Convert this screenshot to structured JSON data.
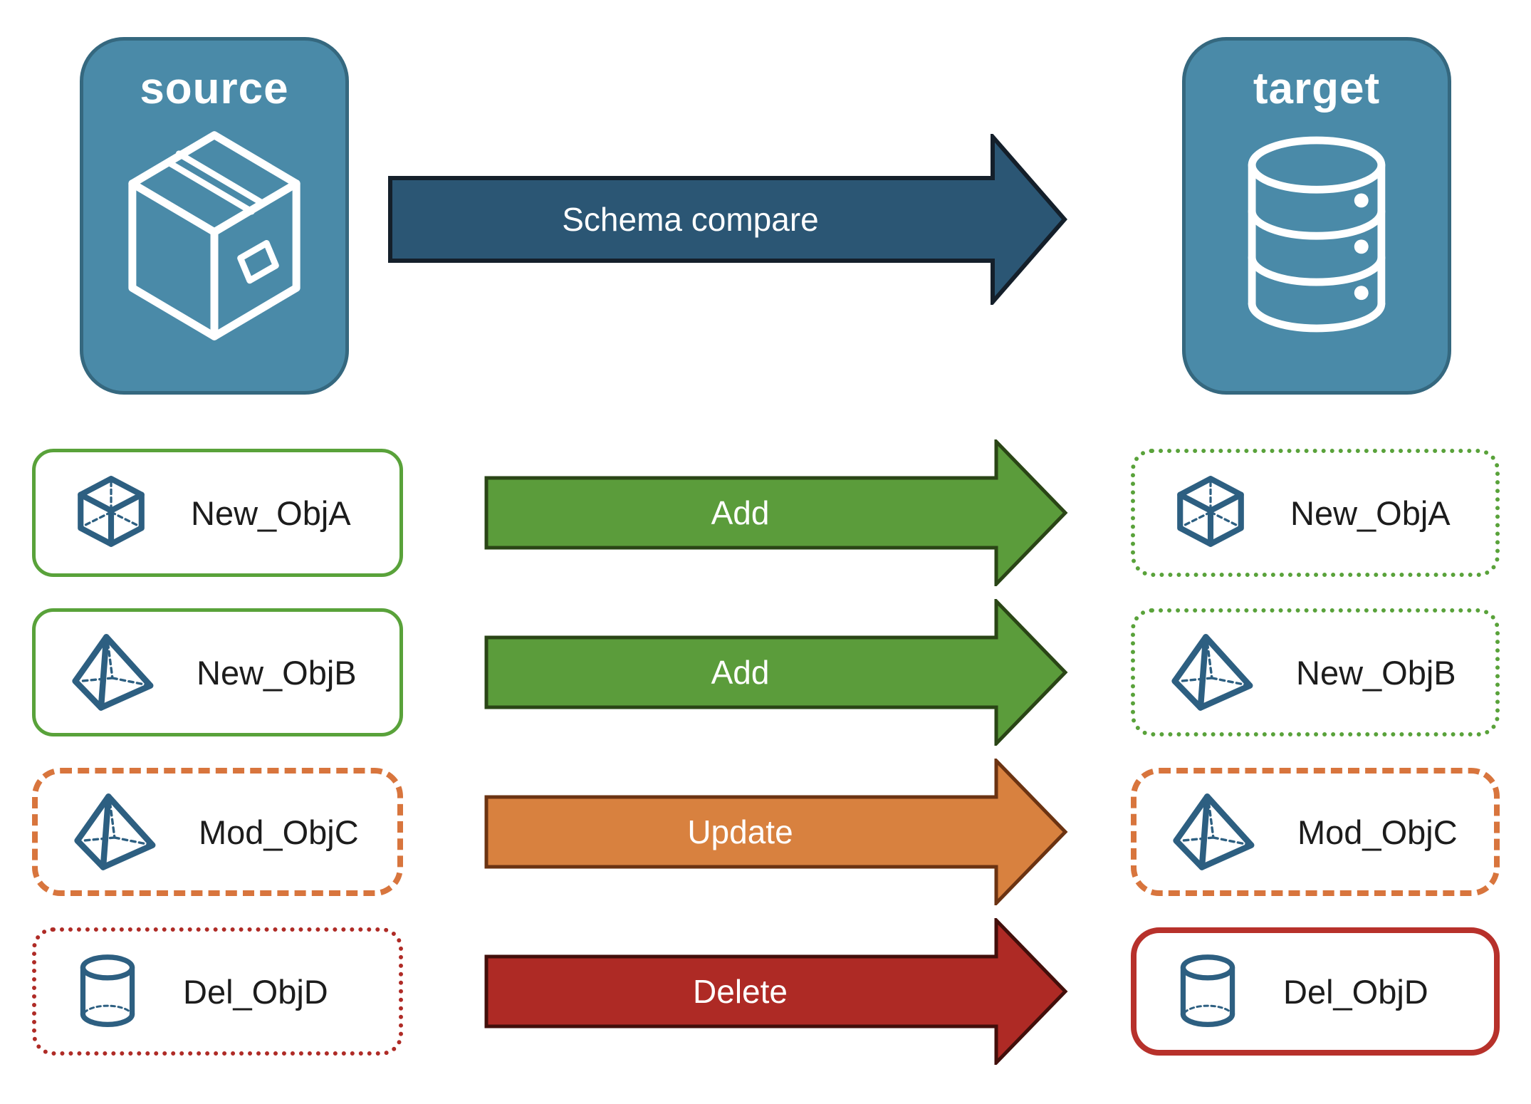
{
  "panels": {
    "source": {
      "label": "source",
      "icon": "package-icon"
    },
    "target": {
      "label": "target",
      "icon": "database-icon"
    }
  },
  "compare_arrow": {
    "label": "Schema compare"
  },
  "rows": [
    {
      "object": "New_ObjA",
      "icon": "cube-icon",
      "action": "Add",
      "source_border": "solid-green",
      "target_border": "dotted-green"
    },
    {
      "object": "New_ObjB",
      "icon": "pyramid-icon",
      "action": "Add",
      "source_border": "solid-green",
      "target_border": "dotted-green"
    },
    {
      "object": "Mod_ObjC",
      "icon": "pyramid-icon",
      "action": "Update",
      "source_border": "dashed-orange",
      "target_border": "dashed-orange"
    },
    {
      "object": "Del_ObjD",
      "icon": "cylinder-icon",
      "action": "Delete",
      "source_border": "dotted-red",
      "target_border": "solid-red"
    }
  ],
  "colors": {
    "panel-fill": "#4A8AA8",
    "panel-border": "#35687F",
    "panel-text": "#FFFFFF",
    "compare-fill": "#2B5674",
    "compare-stroke": "#141F2A",
    "add-fill": "#5B9C3B",
    "add-stroke": "#2A4516",
    "update-fill": "#D8813F",
    "update-stroke": "#6B3312",
    "delete-fill": "#AE2A25",
    "delete-stroke": "#420F0B",
    "green-border": "#59A23A",
    "orange-border": "#D8753D",
    "red-dotted-border": "#AF2B26",
    "red-solid-border": "#B7312B",
    "icon-blue": "#2D5F81",
    "label-color": "#1C1C1C",
    "arrow-text": "#FFFFFF"
  }
}
